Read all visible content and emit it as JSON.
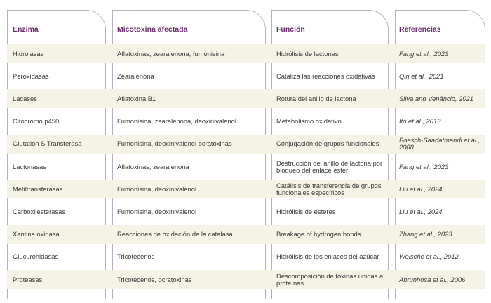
{
  "headers": [
    "Enzima",
    "Micotoxina afectada",
    "Función",
    "Referencias"
  ],
  "rows": [
    [
      "Hidrolasas",
      "Aflatoxinas, zearalenona, fumonisina",
      "Hidrólisis de lactonas",
      "Fang et al., 2023"
    ],
    [
      "Peroxidasas",
      "Zearalenona",
      "Cataliza las reacciones oxidativas",
      "Qin et al., 2021"
    ],
    [
      "Lacases",
      "Aflatoxina B1",
      "Rotura del anillo de lactona",
      "Silva and  Venâncio, 2021"
    ],
    [
      "Citocromo p450",
      "Fumonisina, zearalenona, deoxinivalenol",
      "Metabolismo oxidativo",
      "Ito et al., 2013"
    ],
    [
      "Glutatión S Transferasa",
      "Fumonisina, deoxinivalenol ocratoxinas",
      "Conjugación de grupos funcionales",
      "Boesch-Saadatmandi et al., 2008"
    ],
    [
      "Lactonasas",
      "Aflatoxinas, zearalenona",
      "Destrucción del anillo de lactona por bloqueo del enlace éster",
      "Fang et al., 2023"
    ],
    [
      "Metiltransferasas",
      "Fumonisina, deoxinivalenol",
      "Catálisis de transferencia de grupos funcionales específicos",
      "Liu et al., 2024"
    ],
    [
      "Carboxilesterasas",
      "Fumonisina, deoxinivalenol",
      "Hidrólisis de ésteres",
      "Liu et al., 2024"
    ],
    [
      "Xantina oxidasa",
      "Reacciones de oxidación de la catalasa",
      "Breakage of hydrogen bonds",
      "Zhang et al., 2023"
    ],
    [
      "Glucuronidasas",
      "Tricotecenos",
      "Hidrólisis de los enlaces del azúcar",
      "Welsche et al., 2012"
    ],
    [
      "Proteasas",
      "Tricotecenos, ocratoxinas",
      "Descomposición de toxinas unidas a proteínas",
      "Abrunhosa et al., 2006"
    ]
  ],
  "colors": {
    "header_text": "#6a2c6e",
    "band": "#f4f3e6",
    "border": "#b9adbe"
  }
}
